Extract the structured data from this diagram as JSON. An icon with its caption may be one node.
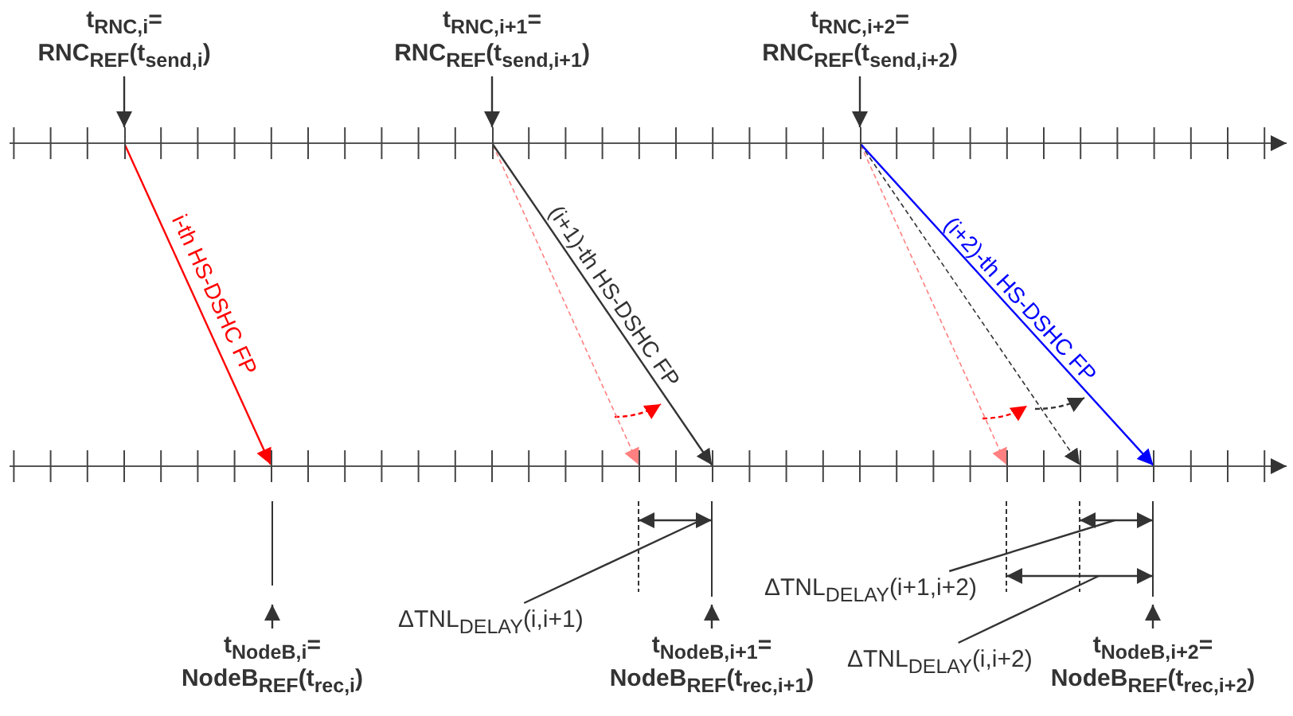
{
  "diagram": {
    "nodes": [
      {
        "text": [
          "t$_{RNC,i}$= RNC$_{REF}$(t$_{send,i}$)"
        ]
      },
      {
        "text": [
          "t$_{RNC,i+1}$= RNC$_{REF}$(t$_{send,i+1}$)"
        ]
      },
      {
        "text": [
          "t$_{RNC,i+2}$= RNC$_{REF}$(t$_{send,i+2}$)"
        ]
      },
      {
        "text": [
          "ΔTNL$_{DELAY}$(i+1,i+2)"
        ]
      },
      {
        "text": [
          "ΔTNL$_{DELAY}$(i,i+1)"
        ]
      },
      {
        "text": [
          "t$_{NodeB,i}$= NodeB$_{REF}$(t$_{rec,i}$)"
        ]
      },
      {
        "text": [
          "t$_{NodeB,i+1}$= NodeB$_{REF}$(t$_{rec,i+1}$)"
        ]
      },
      {
        "text": [
          "ΔTNL$_{DELAY}$(i,i+2)"
        ]
      },
      {
        "text": [
          "t$_{NodeB,i+2}$= NodeB$_{REF}$(t$_{rec,i+2}$)"
        ]
      },
      {
        "text": [],
        "shape": "bar"
      },
      {
        "text": [],
        "shape": "bar"
      },
      {
        "text": [],
        "shape": "bar"
      },
      {
        "text": [],
        "shape": "bar"
      },
      {
        "text": [],
        "shape": "bar"
      },
      {
        "text": [],
        "shape": "bar"
      },
      {
        "text": [],
        "shape": "bar"
      },
      {
        "text": [],
        "shape": "bar"
      },
      {
        "text": [],
        "shape": "bar"
      }
    ],
    "edges": [
      {
        "from": 0,
        "to": 9,
        "arrow": "to"
      },
      {
        "from": 1,
        "to": 10,
        "arrow": "to"
      },
      {
        "from": 2,
        "to": 11,
        "arrow": "to"
      },
      {
        "from": 5,
        "to": null,
        "arrow": "to"
      },
      {
        "from": 6,
        "to": null,
        "arrow": "to"
      },
      {
        "from": 8,
        "to": null,
        "arrow": "to"
      },
      {
        "from": 4,
        "to": null,
        "arrow": "none"
      },
      {
        "from": 3,
        "to": null,
        "arrow": "none"
      },
      {
        "from": 7,
        "to": null,
        "arrow": "none"
      },
      {
        "from": 9,
        "to": 12,
        "arrow": "to",
        "label": "i-th HS-DSHC FP",
        "color": "#ff0000"
      },
      {
        "from": 10,
        "to": 13,
        "arrow": "to",
        "style": "dashed",
        "color": "#ff8080"
      },
      {
        "from": 10,
        "to": 14,
        "arrow": "to",
        "label": "(i+1)-th HS-DSHC FP"
      },
      {
        "from": 11,
        "to": 15,
        "arrow": "to",
        "style": "dashed",
        "color": "#ff8080"
      },
      {
        "from": 11,
        "to": 16,
        "arrow": "to",
        "style": "dashed"
      },
      {
        "from": 11,
        "to": 17,
        "arrow": "to",
        "label": "(i+2)-th HS-DSHC FP",
        "color": "#0000ff"
      }
    ]
  }
}
